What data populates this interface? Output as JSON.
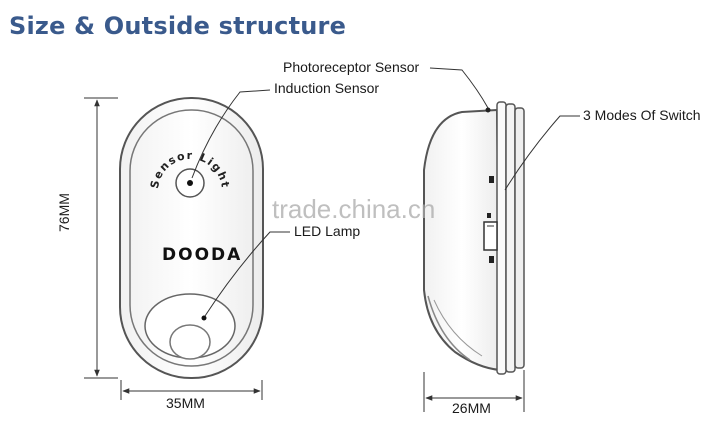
{
  "title": "Size & Outside structure",
  "labels": {
    "photoreceptor": "Photoreceptor Sensor",
    "induction": "Induction Sensor",
    "switch": "3 Modes Of Switch",
    "led": "LED Lamp"
  },
  "brand": "DOODA",
  "sensor_text": "Sensor Light",
  "dimensions": {
    "height": "76MM",
    "width": "35MM",
    "depth": "26MM"
  },
  "watermark": "trade.china.cn"
}
